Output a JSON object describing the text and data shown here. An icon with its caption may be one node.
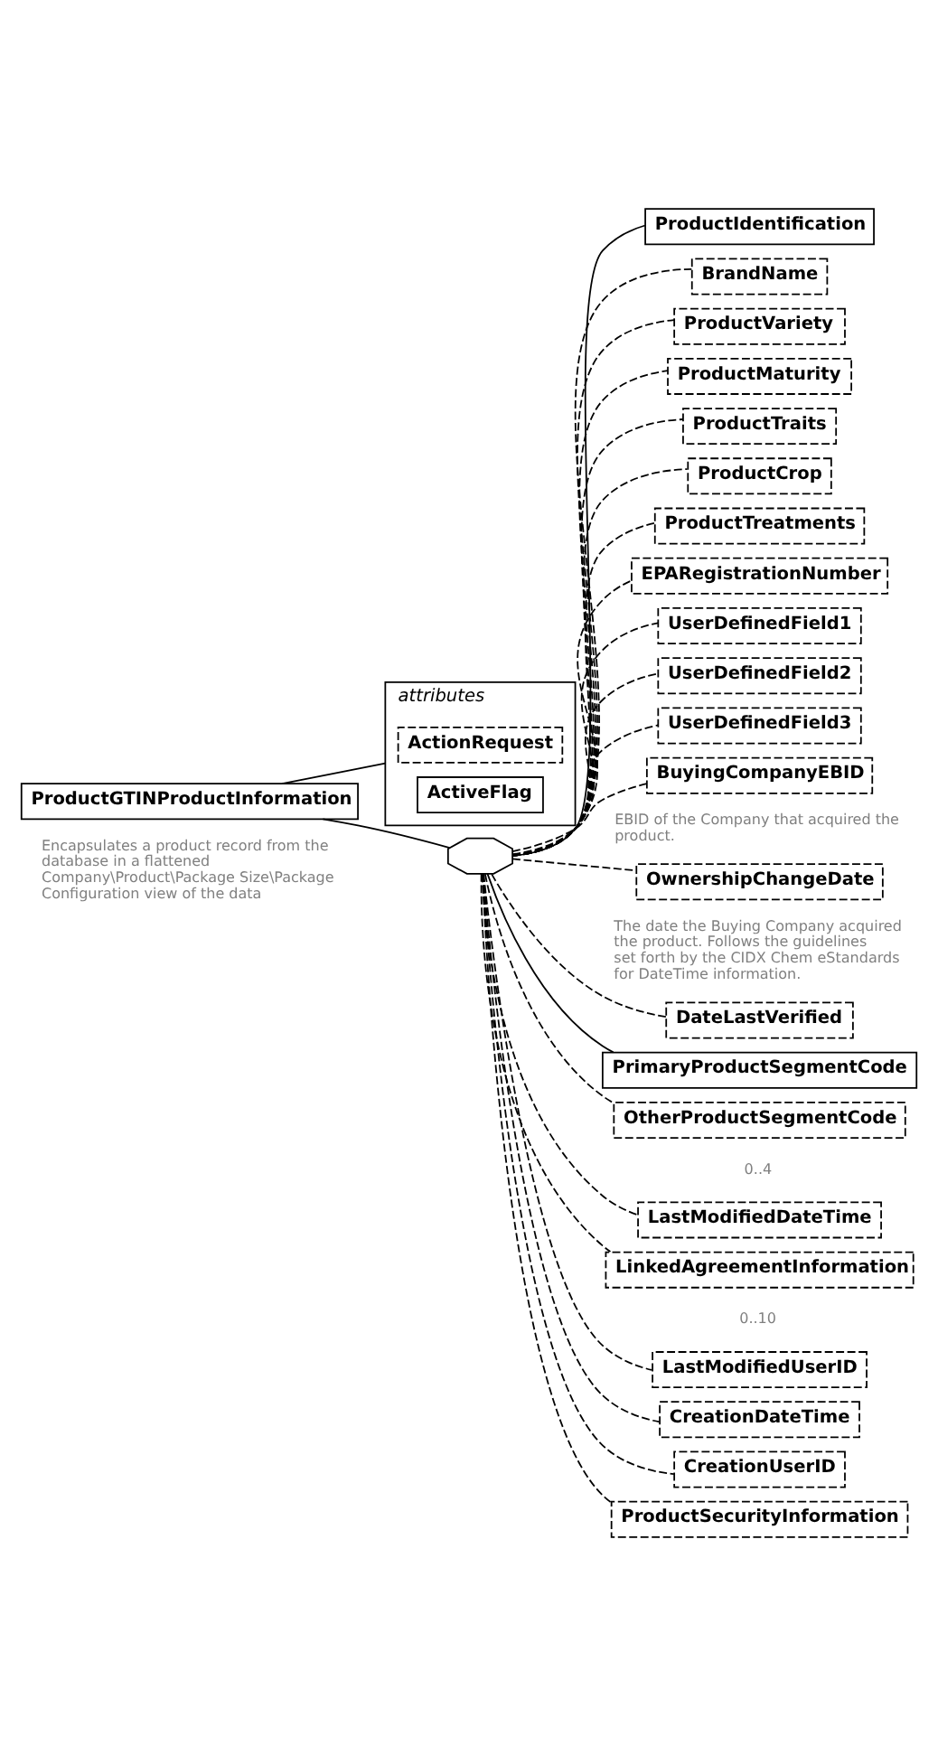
{
  "diagram": {
    "nodes": [
      {
        "text": [
          "ProductGTINProductInformation"
        ],
        "beside": [
          "Encapsulates a product record from the database in a flattened Company\\Product\\Package Size\\Package Configuration view of the data"
        ]
      },
      {
        "text": [
          "attributes"
        ]
      },
      {
        "text": [
          "ActionRequest"
        ],
        "in": 1
      },
      {
        "text": [
          "ActiveFlag"
        ],
        "in": 1
      },
      {
        "text": [],
        "shape": "octagon"
      },
      {
        "text": [
          "ProductIdentification"
        ]
      },
      {
        "text": [
          "BrandName"
        ]
      },
      {
        "text": [
          "ProductVariety"
        ]
      },
      {
        "text": [
          "ProductMaturity"
        ]
      },
      {
        "text": [
          "ProductTraits"
        ]
      },
      {
        "text": [
          "ProductCrop"
        ]
      },
      {
        "text": [
          "ProductTreatments"
        ]
      },
      {
        "text": [
          "EPARegistrationNumber"
        ]
      },
      {
        "text": [
          "UserDefinedField1"
        ]
      },
      {
        "text": [
          "UserDefinedField2"
        ]
      },
      {
        "text": [
          "UserDefinedField3"
        ]
      },
      {
        "text": [
          "BuyingCompanyEBID"
        ],
        "beside": [
          "EBID of the Company that acquired the product."
        ]
      },
      {
        "text": [
          "OwnershipChangeDate"
        ],
        "beside": [
          "The date the Buying Company acquired the product. Follows the guidelines set forth by the CIDX Chem eStandards for DateTime information."
        ]
      },
      {
        "text": [
          "DateLastVerified"
        ]
      },
      {
        "text": [
          "PrimaryProductSegmentCode"
        ]
      },
      {
        "text": [
          "OtherProductSegmentCode"
        ],
        "beside": [
          "0..4"
        ]
      },
      {
        "text": [
          "LastModifiedDateTime"
        ]
      },
      {
        "text": [
          "LinkedAgreementInformation"
        ],
        "beside": [
          "0..10"
        ]
      },
      {
        "text": [
          "LastModifiedUserID"
        ]
      },
      {
        "text": [
          "CreationDateTime"
        ]
      },
      {
        "text": [
          "CreationUserID"
        ]
      },
      {
        "text": [
          "ProductSecurityInformation"
        ]
      }
    ],
    "edges": [
      {
        "from": 0,
        "to": 1,
        "arrow": "none"
      },
      {
        "from": 0,
        "to": 4,
        "arrow": "none"
      },
      {
        "from": 4,
        "to": 5,
        "arrow": "none"
      },
      {
        "from": 4,
        "to": 6,
        "arrow": "none",
        "style": "dashed"
      },
      {
        "from": 4,
        "to": 7,
        "arrow": "none",
        "style": "dashed"
      },
      {
        "from": 4,
        "to": 8,
        "arrow": "none",
        "style": "dashed"
      },
      {
        "from": 4,
        "to": 9,
        "arrow": "none",
        "style": "dashed"
      },
      {
        "from": 4,
        "to": 10,
        "arrow": "none",
        "style": "dashed"
      },
      {
        "from": 4,
        "to": 11,
        "arrow": "none",
        "style": "dashed"
      },
      {
        "from": 4,
        "to": 12,
        "arrow": "none",
        "style": "dashed"
      },
      {
        "from": 4,
        "to": 13,
        "arrow": "none",
        "style": "dashed"
      },
      {
        "from": 4,
        "to": 14,
        "arrow": "none",
        "style": "dashed"
      },
      {
        "from": 4,
        "to": 15,
        "arrow": "none",
        "style": "dashed"
      },
      {
        "from": 4,
        "to": 16,
        "arrow": "none",
        "style": "dashed"
      },
      {
        "from": 4,
        "to": 17,
        "arrow": "none",
        "style": "dashed"
      },
      {
        "from": 4,
        "to": 18,
        "arrow": "none",
        "style": "dashed"
      },
      {
        "from": 4,
        "to": 19,
        "arrow": "none"
      },
      {
        "from": 4,
        "to": 20,
        "arrow": "none",
        "style": "dashed"
      },
      {
        "from": 4,
        "to": 21,
        "arrow": "none",
        "style": "dashed"
      },
      {
        "from": 4,
        "to": 22,
        "arrow": "none",
        "style": "dashed"
      },
      {
        "from": 4,
        "to": 23,
        "arrow": "none",
        "style": "dashed"
      },
      {
        "from": 4,
        "to": 24,
        "arrow": "none",
        "style": "dashed"
      },
      {
        "from": 4,
        "to": 25,
        "arrow": "none",
        "style": "dashed"
      },
      {
        "from": 4,
        "to": 26,
        "arrow": "none",
        "style": "dashed"
      }
    ]
  }
}
